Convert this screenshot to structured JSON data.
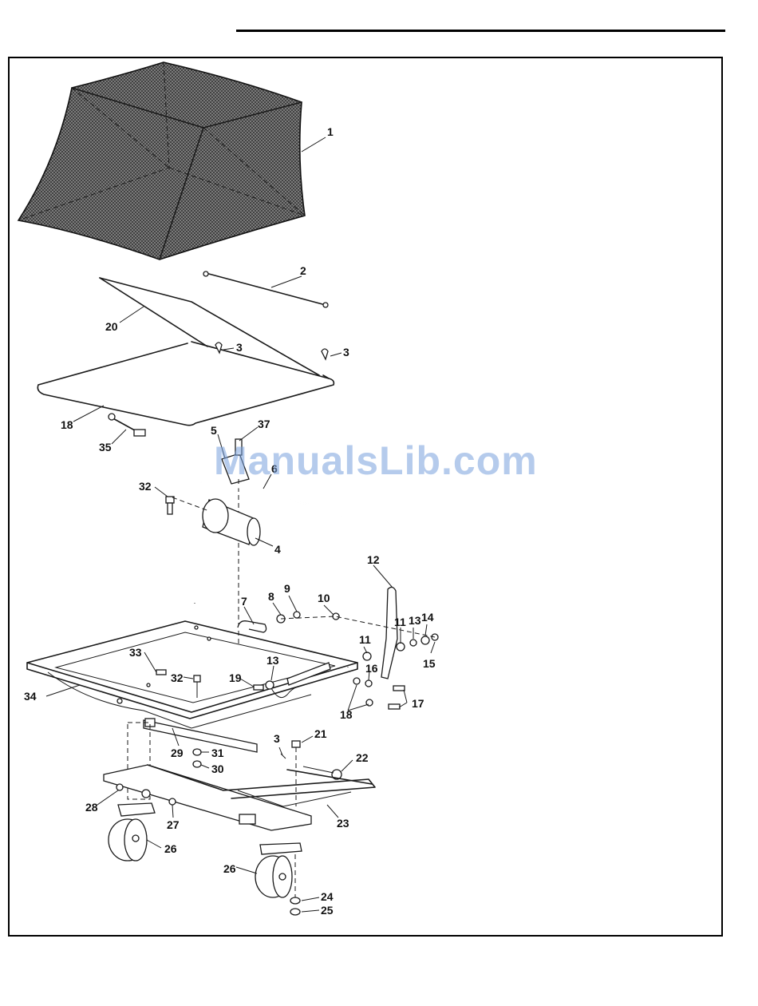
{
  "watermark": "ManualsLib.com",
  "colors": {
    "line": "#1a1a1a",
    "mesh": "#444444",
    "watermark": "#78a0dc"
  },
  "callouts": [
    {
      "id": "c1",
      "text": "1"
    },
    {
      "id": "c2",
      "text": "2"
    },
    {
      "id": "c3a",
      "text": "3"
    },
    {
      "id": "c3b",
      "text": "3"
    },
    {
      "id": "c3c",
      "text": "3"
    },
    {
      "id": "c4",
      "text": "4"
    },
    {
      "id": "c5",
      "text": "5"
    },
    {
      "id": "c6",
      "text": "6"
    },
    {
      "id": "c7",
      "text": "7"
    },
    {
      "id": "c8",
      "text": "8"
    },
    {
      "id": "c9",
      "text": "9"
    },
    {
      "id": "c10",
      "text": "10"
    },
    {
      "id": "c11a",
      "text": "11"
    },
    {
      "id": "c11b",
      "text": "11"
    },
    {
      "id": "c12",
      "text": "12"
    },
    {
      "id": "c13a",
      "text": "13"
    },
    {
      "id": "c13b",
      "text": "13"
    },
    {
      "id": "c14",
      "text": "14"
    },
    {
      "id": "c15",
      "text": "15"
    },
    {
      "id": "c16",
      "text": "16"
    },
    {
      "id": "c17",
      "text": "17"
    },
    {
      "id": "c18a",
      "text": "18"
    },
    {
      "id": "c18b",
      "text": "18"
    },
    {
      "id": "c19",
      "text": "19"
    },
    {
      "id": "c20",
      "text": "20"
    },
    {
      "id": "c21",
      "text": "21"
    },
    {
      "id": "c22",
      "text": "22"
    },
    {
      "id": "c23",
      "text": "23"
    },
    {
      "id": "c24",
      "text": "24"
    },
    {
      "id": "c25",
      "text": "25"
    },
    {
      "id": "c26a",
      "text": "26"
    },
    {
      "id": "c26b",
      "text": "26"
    },
    {
      "id": "c27",
      "text": "27"
    },
    {
      "id": "c28",
      "text": "28"
    },
    {
      "id": "c29",
      "text": "29"
    },
    {
      "id": "c30",
      "text": "30"
    },
    {
      "id": "c31",
      "text": "31"
    },
    {
      "id": "c32a",
      "text": "32"
    },
    {
      "id": "c32b",
      "text": "32"
    },
    {
      "id": "c33",
      "text": "33"
    },
    {
      "id": "c34",
      "text": "34"
    },
    {
      "id": "c35",
      "text": "35"
    },
    {
      "id": "c37",
      "text": "37"
    }
  ]
}
